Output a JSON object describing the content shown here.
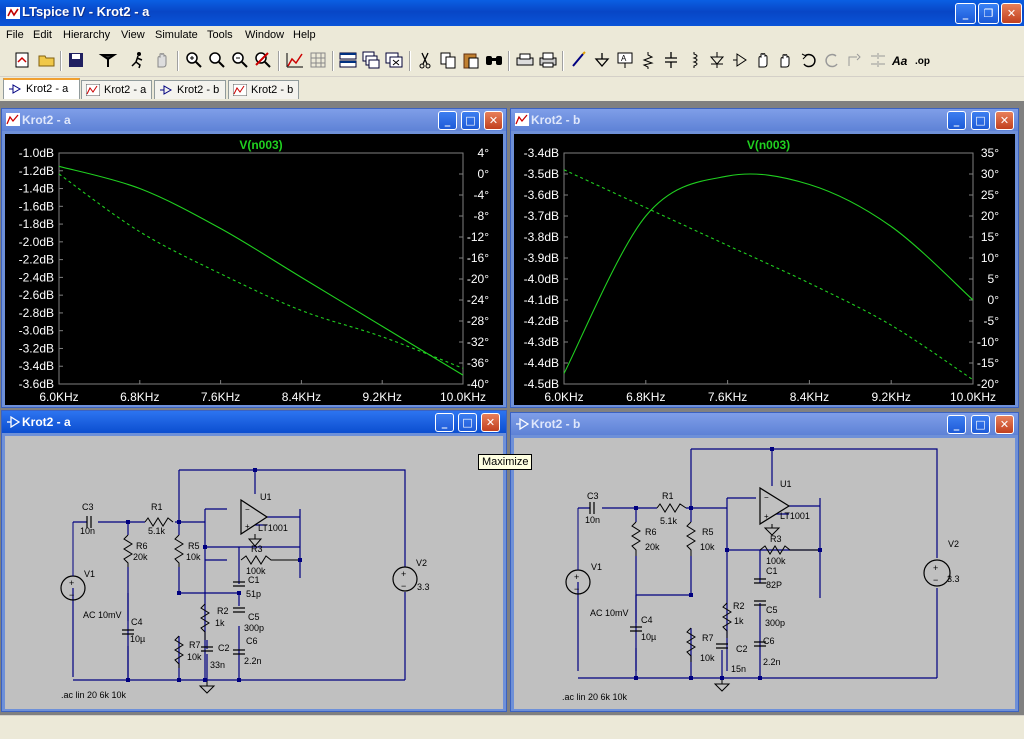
{
  "window": {
    "title": "LTspice IV - Krot2 - a"
  },
  "menu": [
    "File",
    "Edit",
    "Hierarchy",
    "View",
    "Simulate",
    "Tools",
    "Window",
    "Help"
  ],
  "toolbar_icons": [
    "new-schematic-icon",
    "open-icon",
    "save-icon",
    "control-panel-icon",
    "run-icon",
    "halt-icon",
    "zoom-in-icon",
    "zoom-pan-icon",
    "zoom-out-icon",
    "zoom-cancel-icon",
    "autorange-icon",
    "grid-icon",
    "tile-horizontal-icon",
    "cascade-icon",
    "close-all-icon",
    "cut-icon",
    "copy-icon",
    "paste-icon",
    "find-icon",
    "print-setup-icon",
    "print-icon",
    "draw-wire-icon",
    "ground-icon",
    "label-net-icon",
    "resistor-icon",
    "capacitor-icon",
    "inductor-icon",
    "diode-icon",
    "component-icon",
    "move-icon",
    "drag-icon",
    "undo-icon",
    "redo-icon",
    "rotate-icon",
    "mirror-icon",
    "text-icon",
    "spice-directive-icon"
  ],
  "tabs": [
    {
      "label": "Krot2 - a",
      "kind": "schematic",
      "active": true
    },
    {
      "label": "Krot2 - a",
      "kind": "plot",
      "active": false
    },
    {
      "label": "Krot2 - b",
      "kind": "schematic",
      "active": false
    },
    {
      "label": "Krot2 - b",
      "kind": "plot",
      "active": false
    }
  ],
  "plot_a": {
    "window_title": "Krot2 - a",
    "trace_name": "V(n003)",
    "left_ticks": [
      "-1.0dB",
      "-1.2dB",
      "-1.4dB",
      "-1.6dB",
      "-1.8dB",
      "-2.0dB",
      "-2.2dB",
      "-2.4dB",
      "-2.6dB",
      "-2.8dB",
      "-3.0dB",
      "-3.2dB",
      "-3.4dB",
      "-3.6dB"
    ],
    "right_ticks": [
      "4°",
      "0°",
      "-4°",
      "-8°",
      "-12°",
      "-16°",
      "-20°",
      "-24°",
      "-28°",
      "-32°",
      "-36°",
      "-40°"
    ],
    "x_ticks": [
      "6.0KHz",
      "6.8KHz",
      "7.6KHz",
      "8.4KHz",
      "9.2KHz",
      "10.0KHz"
    ]
  },
  "plot_b": {
    "window_title": "Krot2 - b",
    "trace_name": "V(n003)",
    "left_ticks": [
      "-3.4dB",
      "-3.5dB",
      "-3.6dB",
      "-3.7dB",
      "-3.8dB",
      "-3.9dB",
      "-4.0dB",
      "-4.1dB",
      "-4.2dB",
      "-4.3dB",
      "-4.4dB",
      "-4.5dB"
    ],
    "right_ticks": [
      "35°",
      "30°",
      "25°",
      "20°",
      "15°",
      "10°",
      "5°",
      "0°",
      "-5°",
      "-10°",
      "-15°",
      "-20°"
    ],
    "x_ticks": [
      "6.0KHz",
      "6.8KHz",
      "7.6KHz",
      "8.4KHz",
      "9.2KHz",
      "10.0KHz"
    ]
  },
  "chart_data": [
    {
      "type": "line",
      "title": "V(n003)",
      "x": [
        6.0,
        6.8,
        7.6,
        8.4,
        9.2,
        10.0
      ],
      "xlim": [
        6.0,
        10.0
      ],
      "ylim_left": [
        -3.6,
        -1.0
      ],
      "ylim_right": [
        -40,
        4
      ],
      "series": [
        {
          "name": "V(n003)",
          "axis": "magnitude_dB",
          "style": "solid",
          "values": [
            -1.15,
            -1.4,
            -1.85,
            -2.4,
            -2.95,
            -3.5
          ]
        },
        {
          "name": "V(n003)",
          "axis": "phase_deg",
          "style": "dashed",
          "values": [
            0,
            -11,
            -19,
            -26,
            -31,
            -37
          ]
        }
      ]
    },
    {
      "type": "line",
      "title": "V(n003)",
      "x": [
        6.0,
        6.8,
        7.6,
        8.4,
        9.2,
        10.0
      ],
      "xlim": [
        6.0,
        10.0
      ],
      "ylim_left": [
        -4.5,
        -3.4
      ],
      "ylim_right": [
        -20,
        35
      ],
      "series": [
        {
          "name": "V(n003)",
          "axis": "magnitude_dB",
          "style": "solid",
          "values": [
            -4.45,
            -3.7,
            -3.51,
            -3.55,
            -3.75,
            -4.1
          ]
        },
        {
          "name": "V(n003)",
          "axis": "phase_deg",
          "style": "dashed",
          "values": [
            31,
            22,
            13,
            4,
            -6,
            -19
          ]
        }
      ]
    }
  ],
  "sch_a": {
    "window_title": "Krot2 - a",
    "labels": {
      "c3": "C3",
      "c3v": "10n",
      "r1": "R1",
      "r1v": "5.1k",
      "r6": "R6",
      "r6v": "20k",
      "r5": "R5",
      "r5v": "10k",
      "u1": "U1",
      "u1p": "LT1001",
      "r3": "R3",
      "r3v": "100k",
      "c1": "C1",
      "c1v": "51p",
      "r2": "R2",
      "r2v": "1k",
      "c5": "C5",
      "c5v": "300p",
      "c2": "C2",
      "c2v": "33n",
      "c6": "C6",
      "c6v": "2.2n",
      "r7": "R7",
      "r7v": "10k",
      "c4": "C4",
      "c4v": "10µ",
      "v1": "V1",
      "v1v": "AC 10mV",
      "v2": "V2",
      "v2v": "3.3",
      "cmd": ".ac lin 20 6k 10k"
    }
  },
  "sch_b": {
    "window_title": "Krot2 - b",
    "labels": {
      "c3": "C3",
      "c3v": "10n",
      "r1": "R1",
      "r1v": "5.1k",
      "r6": "R6",
      "r6v": "20k",
      "r5": "R5",
      "r5v": "10k",
      "u1": "U1",
      "u1p": "LT1001",
      "r3": "R3",
      "r3v": "100k",
      "c1": "C1",
      "c1v": "82P",
      "r2": "R2",
      "r2v": "1k",
      "c5": "C5",
      "c5v": "300p",
      "c2": "C2",
      "c2v": "15n",
      "c6": "C6",
      "c6v": "2.2n",
      "r7": "R7",
      "r7v": "10k",
      "c4": "C4",
      "c4v": "10µ",
      "v1": "V1",
      "v1v": "AC 10mV",
      "v2": "V2",
      "v2v": "3.3",
      "cmd": ".ac lin 20 6k 10k"
    }
  },
  "tooltip": "Maximize",
  "colors": {
    "trace": "#20d020",
    "axis_text": "#ffffff",
    "wire": "#000080",
    "titlebar": "#0a54d8"
  }
}
